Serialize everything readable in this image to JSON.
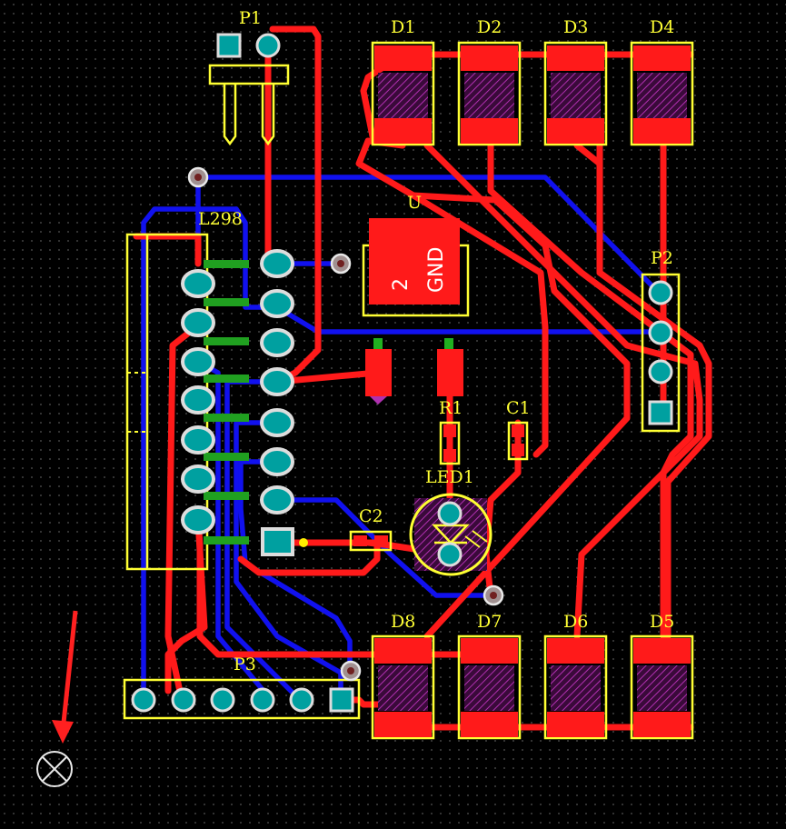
{
  "colors": {
    "background": "#000000",
    "top_copper": "#ff1a1a",
    "bottom_copper": "#1111ee",
    "silkscreen": "#ffff33",
    "pad": "#00a0a0",
    "hatch": "#8a1a8a"
  },
  "components": {
    "p1": "P1",
    "p2": "P2",
    "p3": "P3",
    "u": "U",
    "l298": "L298",
    "r1": "R1",
    "c1": "C1",
    "c2": "C2",
    "led1": "LED1",
    "d1": "D1",
    "d2": "D2",
    "d3": "D3",
    "d4": "D4",
    "d5": "D5",
    "d6": "D6",
    "d7": "D7",
    "d8": "D8"
  },
  "regulator": {
    "pin_number": "2",
    "pin_name": "GND"
  },
  "markers": {
    "arrow": "red-arrow-icon",
    "origin": "crossed-circle-icon"
  }
}
